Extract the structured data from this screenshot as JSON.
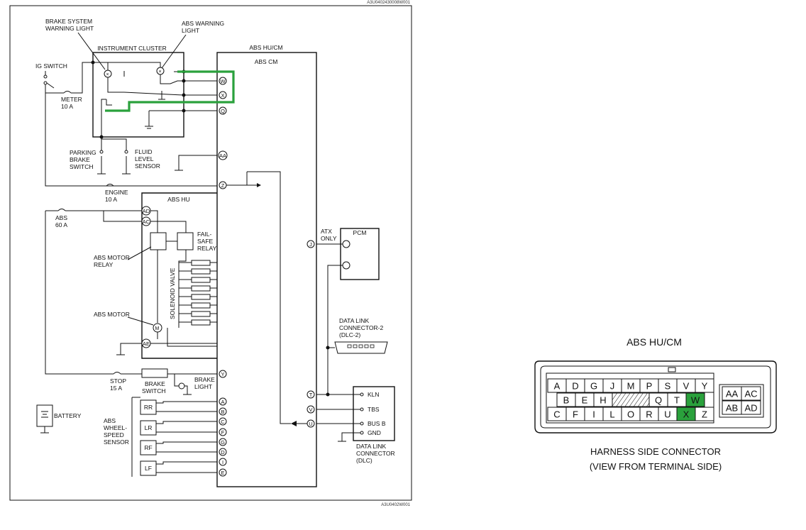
{
  "diagram": {
    "code_top": "A3U0402430008W001",
    "code_bottom": "A3U0402W001",
    "labels": {
      "brake_warning": [
        "BRAKE SYSTEM",
        "WARNING LIGHT"
      ],
      "abs_warning": [
        "ABS WARNING",
        "LIGHT"
      ],
      "instrument_cluster": "INSTRUMENT CLUSTER",
      "ig_switch": "IG SWITCH",
      "meter_fuse": [
        "METER",
        "10 A"
      ],
      "parking_brake": [
        "PARKING",
        "BRAKE",
        "SWITCH"
      ],
      "fluid_level": [
        "FLUID",
        "LEVEL",
        "SENSOR"
      ],
      "engine_fuse": [
        "ENGINE",
        "10 A"
      ],
      "abs_fuse": [
        "ABS",
        "60 A"
      ],
      "abs_hu_cm": "ABS HU/CM",
      "abs_cm": "ABS CM",
      "abs_hu": "ABS HU",
      "fail_safe": [
        "FAIL-",
        "SAFE",
        "RELAY"
      ],
      "abs_motor_relay": [
        "ABS MOTOR",
        "RELAY"
      ],
      "solenoid_valve": "SOLENOID VALVE",
      "abs_motor": "ABS MOTOR",
      "atx_only": [
        "ATX",
        "ONLY"
      ],
      "pcm": "PCM",
      "dlc2": [
        "DATA LINK",
        "CONNECTOR-2",
        "(DLC-2)"
      ],
      "stop_fuse": [
        "STOP",
        "15 A"
      ],
      "brake_switch": [
        "BRAKE",
        "SWITCH"
      ],
      "brake_light": [
        "BRAKE",
        "LIGHT"
      ],
      "battery": "BATTERY",
      "wheel_speed": [
        "ABS",
        "WHEEL-",
        "SPEED",
        "SENSOR"
      ],
      "sensors": [
        "RR",
        "LR",
        "RF",
        "LF"
      ],
      "dlc": [
        "DATA LINK",
        "CONNECTOR",
        "(DLC)"
      ],
      "dlc_pins": [
        "KLN",
        "TBS",
        "BUS B",
        "GND"
      ]
    },
    "pins_cm": [
      "W",
      "X",
      "Q",
      "AA",
      "Z"
    ],
    "pins_hu": [
      "AD",
      "AC",
      "AE"
    ],
    "pins_right": [
      "J",
      "T",
      "V",
      "U"
    ],
    "pin_y": "Y",
    "pins_sensor": [
      "A",
      "B",
      "C",
      "F",
      "G",
      "D",
      "I",
      "E"
    ]
  },
  "connector": {
    "title": "ABS HU/CM",
    "row1": [
      "A",
      "D",
      "G",
      "J",
      "M",
      "P",
      "S",
      "V",
      "Y"
    ],
    "row2": [
      "B",
      "E",
      "H",
      "",
      "Q",
      "T",
      "W"
    ],
    "row3": [
      "C",
      "F",
      "I",
      "L",
      "O",
      "R",
      "U",
      "X",
      "Z"
    ],
    "side_top": [
      "AA",
      "AC"
    ],
    "side_bottom": [
      "AB",
      "AD"
    ],
    "highlighted": [
      "W",
      "X"
    ],
    "caption_line1": "HARNESS SIDE CONNECTOR",
    "caption_line2": "(VIEW FROM TERMINAL SIDE)"
  },
  "colors": {
    "highlight": "#2aa13c",
    "line": "#111111"
  }
}
